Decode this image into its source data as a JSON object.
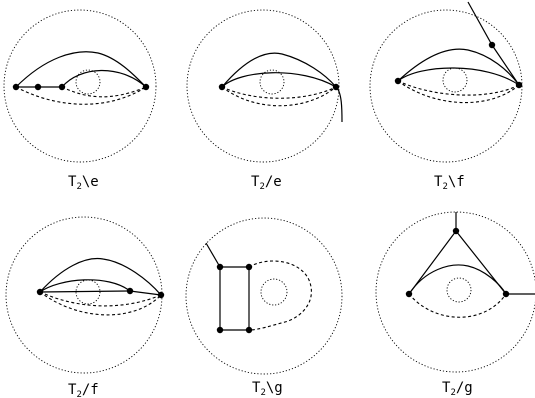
{
  "panels": [
    {
      "caption": {
        "base": "T",
        "sub": "2",
        "op": "\\e"
      }
    },
    {
      "caption": {
        "base": "T",
        "sub": "2",
        "op": "/e"
      }
    },
    {
      "caption": {
        "base": "T",
        "sub": "2",
        "op": "\\f"
      }
    },
    {
      "caption": {
        "base": "T",
        "sub": "2",
        "op": "/f"
      }
    },
    {
      "caption": {
        "base": "T",
        "sub": "2",
        "op": "\\g"
      }
    },
    {
      "caption": {
        "base": "T",
        "sub": "2",
        "op": "/g"
      }
    }
  ]
}
